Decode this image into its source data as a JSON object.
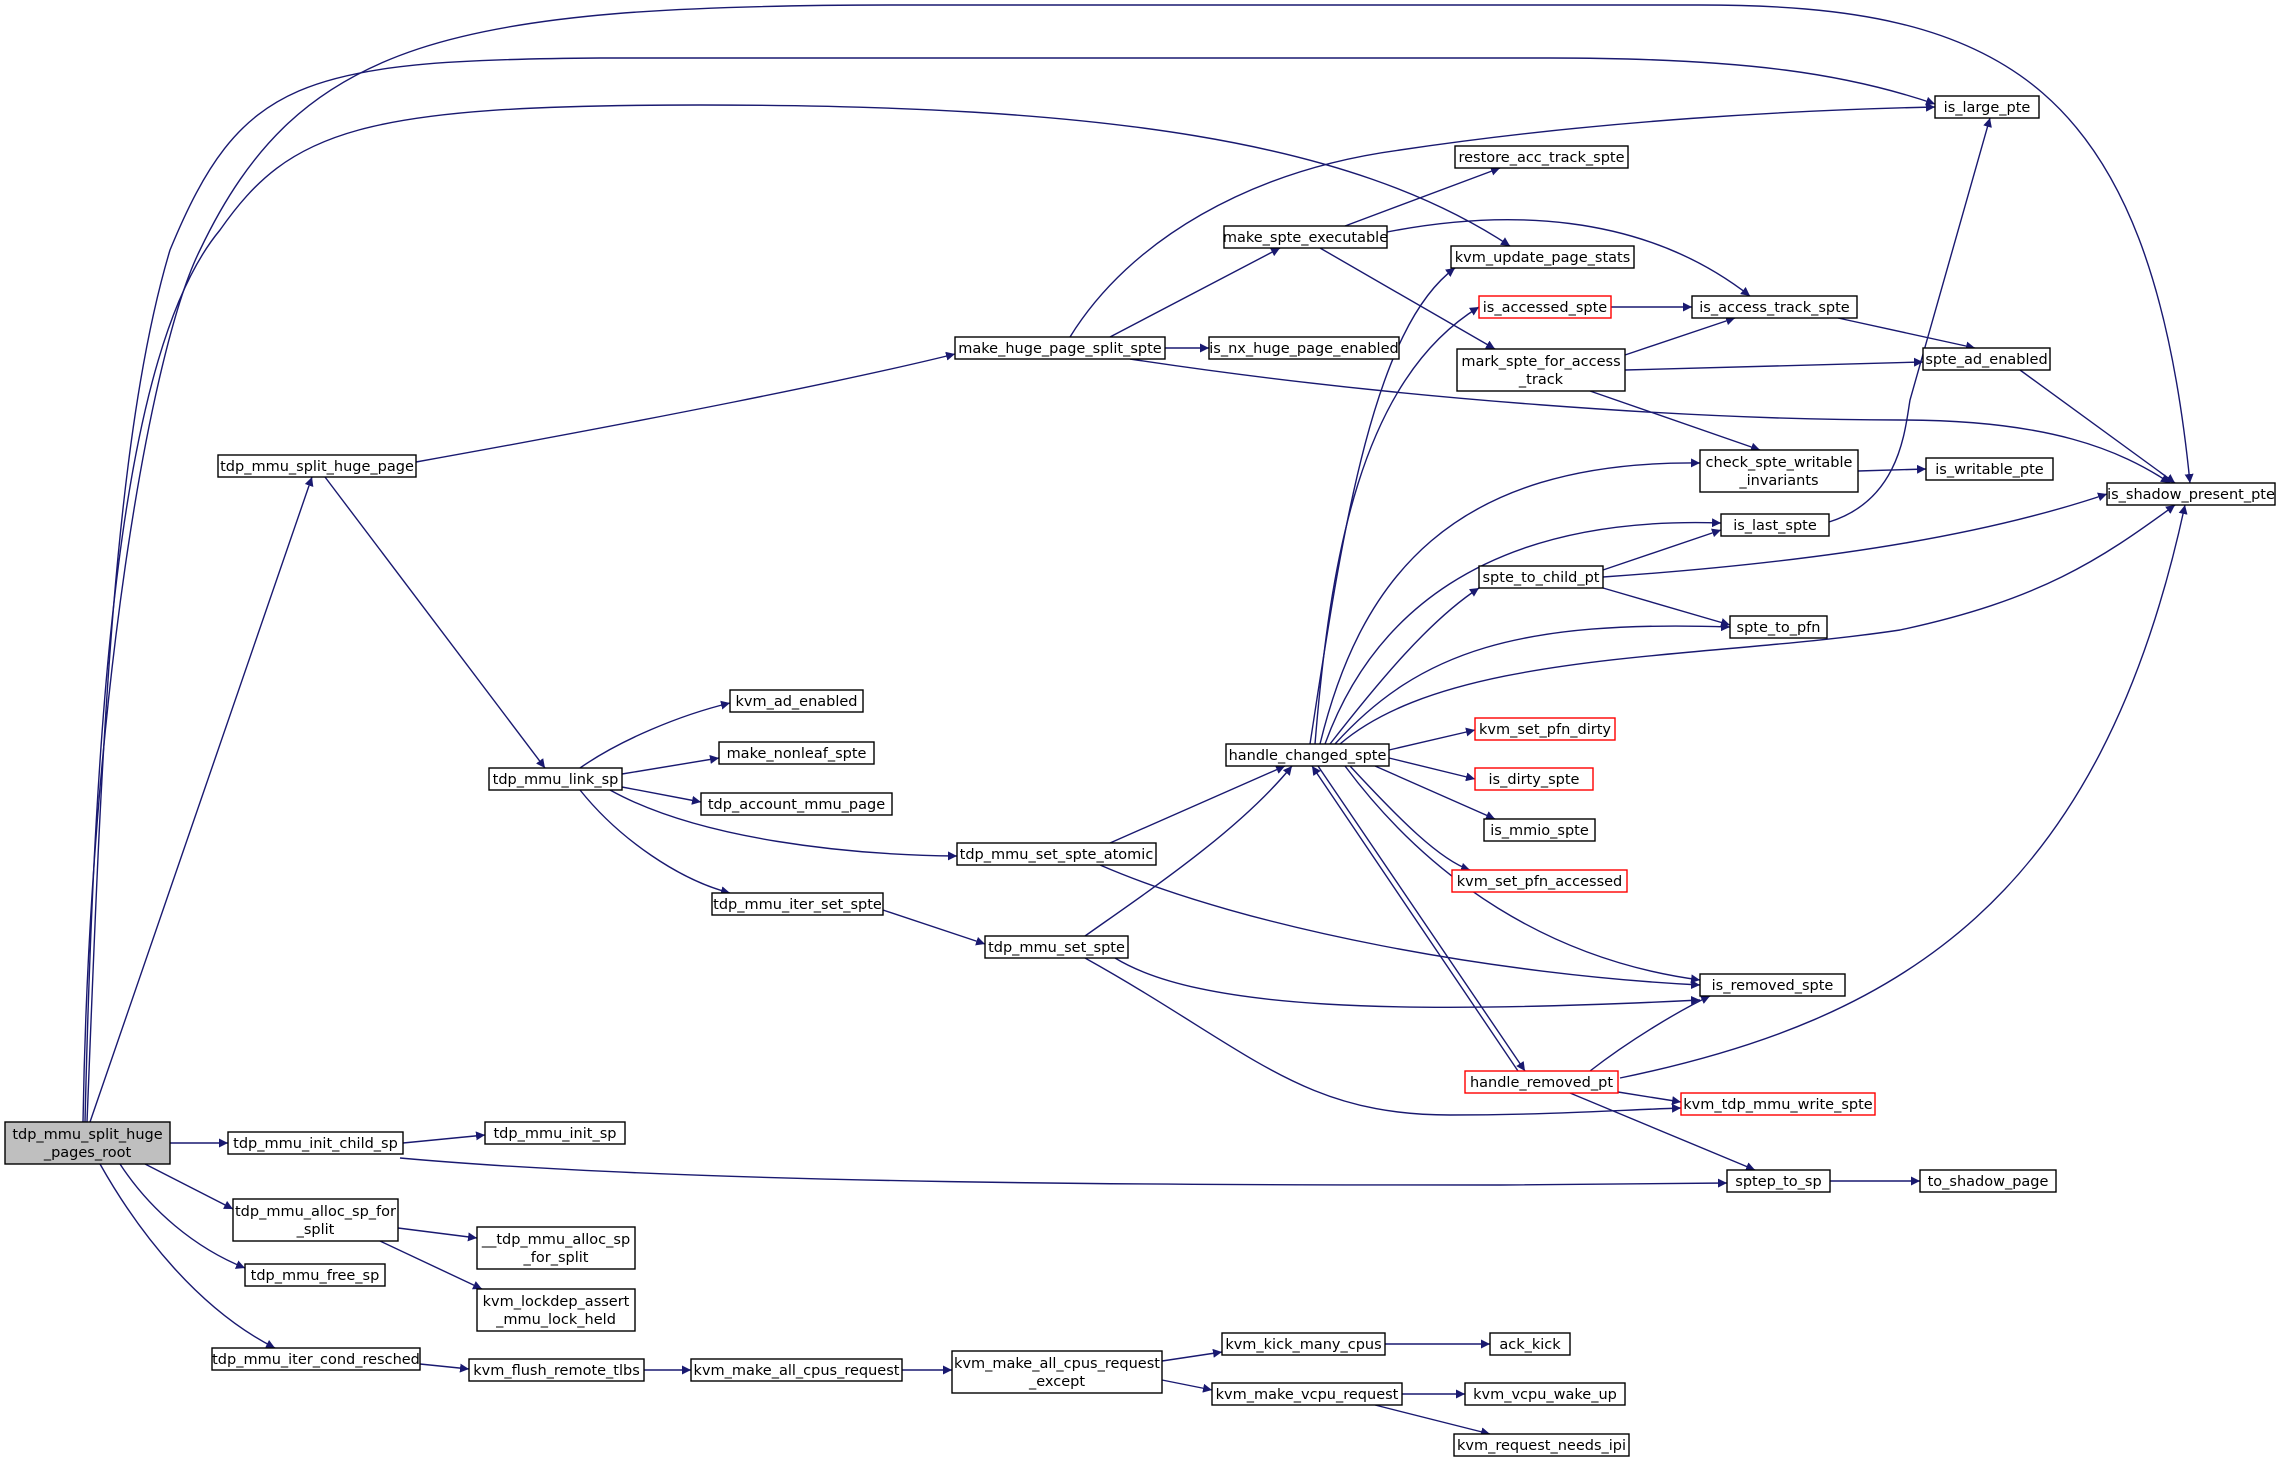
{
  "colors": {
    "edge": "#191970",
    "node_border": "#000000",
    "truncated_border": "#ff0000",
    "root_fill": "#bfbfbf"
  },
  "nodes": [
    {
      "id": "root",
      "label": [
        "tdp_mmu_split_huge",
        "_pages_root"
      ],
      "style": "root"
    },
    {
      "id": "init_child",
      "label": [
        "tdp_mmu_init_child_sp"
      ]
    },
    {
      "id": "init_sp",
      "label": [
        "tdp_mmu_init_sp"
      ]
    },
    {
      "id": "alloc_split",
      "label": [
        "tdp_mmu_alloc_sp_for",
        "_split"
      ]
    },
    {
      "id": "__alloc",
      "label": [
        "__tdp_mmu_alloc_sp",
        "_for_split"
      ]
    },
    {
      "id": "lockdep",
      "label": [
        "kvm_lockdep_assert",
        "_mmu_lock_held"
      ]
    },
    {
      "id": "free_sp",
      "label": [
        "tdp_mmu_free_sp"
      ]
    },
    {
      "id": "cond_resched",
      "label": [
        "tdp_mmu_iter_cond_resched"
      ]
    },
    {
      "id": "flush",
      "label": [
        "kvm_flush_remote_tlbs"
      ]
    },
    {
      "id": "all_cpus",
      "label": [
        "kvm_make_all_cpus_request"
      ]
    },
    {
      "id": "all_cpus_except",
      "label": [
        "kvm_make_all_cpus_request",
        "_except"
      ]
    },
    {
      "id": "kick_many",
      "label": [
        "kvm_kick_many_cpus"
      ]
    },
    {
      "id": "ack_kick",
      "label": [
        "ack_kick"
      ]
    },
    {
      "id": "vcpu_req",
      "label": [
        "kvm_make_vcpu_request"
      ]
    },
    {
      "id": "wake_up",
      "label": [
        "kvm_vcpu_wake_up"
      ]
    },
    {
      "id": "needs_ipi",
      "label": [
        "kvm_request_needs_ipi"
      ]
    },
    {
      "id": "split_huge",
      "label": [
        "tdp_mmu_split_huge_page"
      ]
    },
    {
      "id": "link_sp",
      "label": [
        "tdp_mmu_link_sp"
      ]
    },
    {
      "id": "ad_enabled",
      "label": [
        "kvm_ad_enabled"
      ]
    },
    {
      "id": "nonleaf",
      "label": [
        "make_nonleaf_spte"
      ]
    },
    {
      "id": "account",
      "label": [
        "tdp_account_mmu_page"
      ]
    },
    {
      "id": "set_atomic",
      "label": [
        "tdp_mmu_set_spte_atomic"
      ]
    },
    {
      "id": "iter_set",
      "label": [
        "tdp_mmu_iter_set_spte"
      ]
    },
    {
      "id": "set_spte",
      "label": [
        "tdp_mmu_set_spte"
      ]
    },
    {
      "id": "make_huge",
      "label": [
        "make_huge_page_split_spte"
      ]
    },
    {
      "id": "nx_huge",
      "label": [
        "is_nx_huge_page_enabled"
      ]
    },
    {
      "id": "make_exec",
      "label": [
        "make_spte_executable"
      ]
    },
    {
      "id": "restore",
      "label": [
        "restore_acc_track_spte"
      ]
    },
    {
      "id": "update_stats",
      "label": [
        "kvm_update_page_stats"
      ]
    },
    {
      "id": "accessed",
      "label": [
        "is_accessed_spte"
      ],
      "style": "truncated"
    },
    {
      "id": "mark",
      "label": [
        "mark_spte_for_access",
        "_track"
      ]
    },
    {
      "id": "is_access_track",
      "label": [
        "is_access_track_spte"
      ]
    },
    {
      "id": "spte_ad",
      "label": [
        "spte_ad_enabled"
      ]
    },
    {
      "id": "check_writable",
      "label": [
        "check_spte_writable",
        "_invariants"
      ]
    },
    {
      "id": "writable",
      "label": [
        "is_writable_pte"
      ]
    },
    {
      "id": "last_spte",
      "label": [
        "is_last_spte"
      ]
    },
    {
      "id": "child_pt",
      "label": [
        "spte_to_child_pt"
      ]
    },
    {
      "id": "to_pfn",
      "label": [
        "spte_to_pfn"
      ]
    },
    {
      "id": "handle_changed",
      "label": [
        "handle_changed_spte"
      ]
    },
    {
      "id": "pfn_dirty",
      "label": [
        "kvm_set_pfn_dirty"
      ],
      "style": "truncated"
    },
    {
      "id": "dirty",
      "label": [
        "is_dirty_spte"
      ],
      "style": "truncated"
    },
    {
      "id": "mmio",
      "label": [
        "is_mmio_spte"
      ]
    },
    {
      "id": "pfn_accessed",
      "label": [
        "kvm_set_pfn_accessed"
      ],
      "style": "truncated"
    },
    {
      "id": "removed_spte",
      "label": [
        "is_removed_spte"
      ]
    },
    {
      "id": "handle_removed",
      "label": [
        "handle_removed_pt"
      ],
      "style": "truncated"
    },
    {
      "id": "write_spte",
      "label": [
        "kvm_tdp_mmu_write_spte"
      ],
      "style": "truncated"
    },
    {
      "id": "sptep_sp",
      "label": [
        "sptep_to_sp"
      ]
    },
    {
      "id": "shadow_page",
      "label": [
        "to_shadow_page"
      ]
    },
    {
      "id": "large_pte",
      "label": [
        "is_large_pte"
      ]
    },
    {
      "id": "shadow_present",
      "label": [
        "is_shadow_present_pte"
      ]
    }
  ]
}
